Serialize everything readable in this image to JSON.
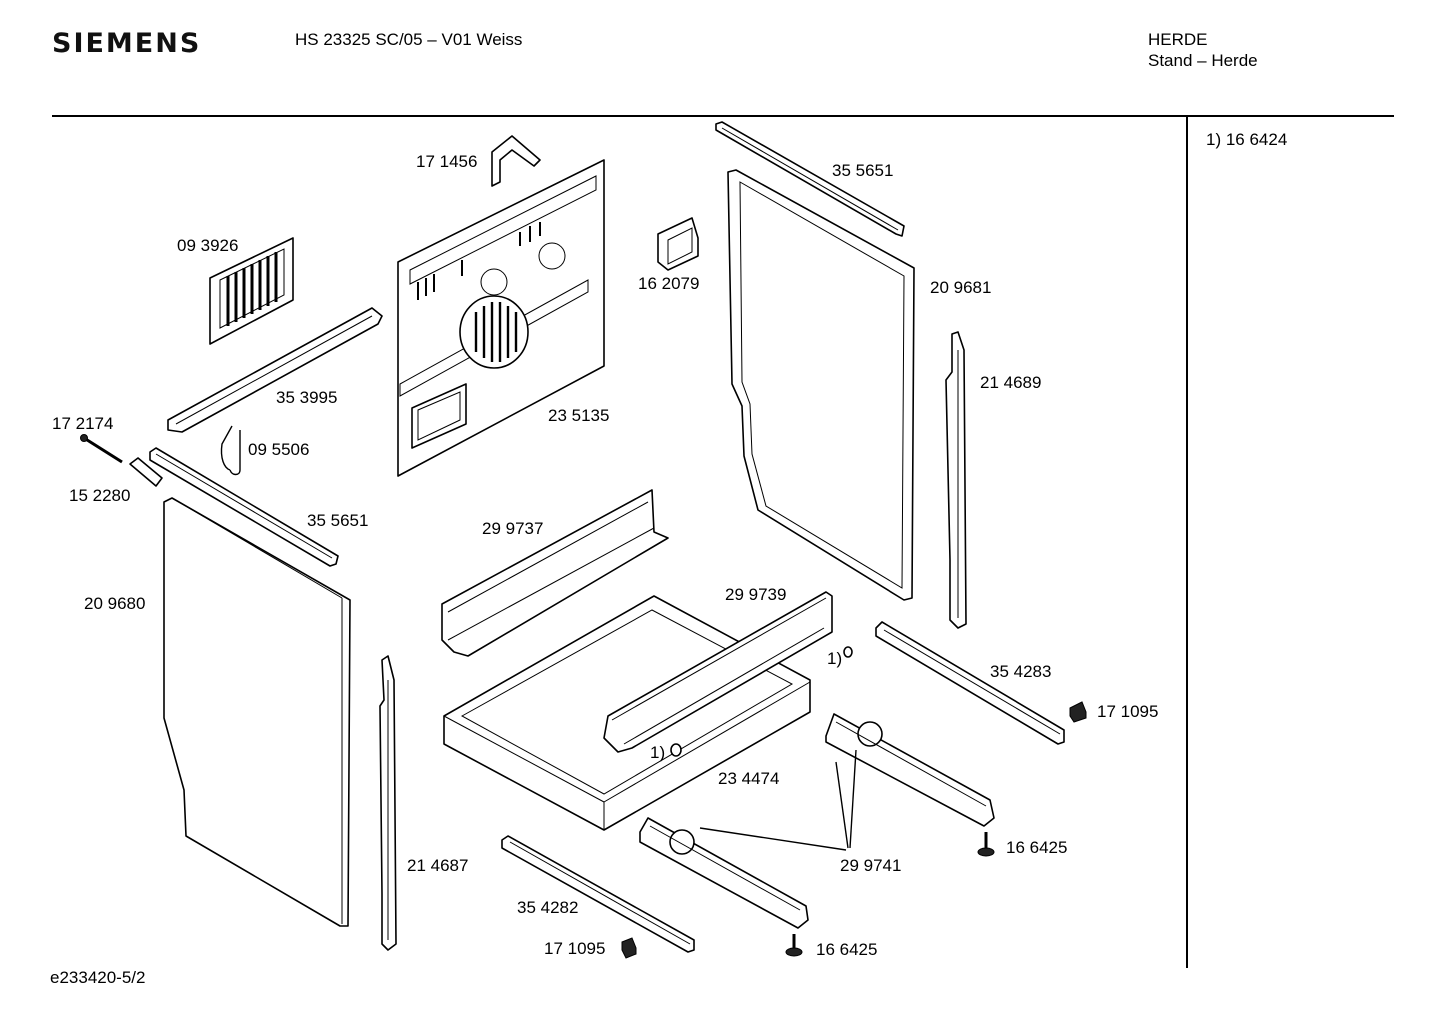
{
  "header": {
    "brand": "SIEMENS",
    "model": "HS 23325 SC/05 – V01 Weiss",
    "category": "HERDE",
    "subcategory": "Stand – Herde"
  },
  "side_note": "1) 16 6424",
  "footer": "e233420-5/2",
  "part_labels": {
    "p171456": "17 1456",
    "p093926": "09 3926",
    "p353995": "35 3995",
    "p235135": "23 5135",
    "p162079": "16 2079",
    "p355651_top": "35 5651",
    "p209681": "20 9681",
    "p214689": "21 4689",
    "p172174": "17 2174",
    "p095506": "09 5506",
    "p152280": "15 2280",
    "p355651_left": "35 5651",
    "p299737": "29 9737",
    "p209680": "20 9680",
    "p299739": "29 9739",
    "p1a": "1)",
    "p354283": "35 4283",
    "p171095_right": "17 1095",
    "p1b": "1)",
    "p234474": "23 4474",
    "p166425_right": "16 6425",
    "p299741": "29 9741",
    "p214687": "21 4687",
    "p354282": "35 4282",
    "p171095_bottom": "17 1095",
    "p166425_bottom": "16 6425"
  }
}
